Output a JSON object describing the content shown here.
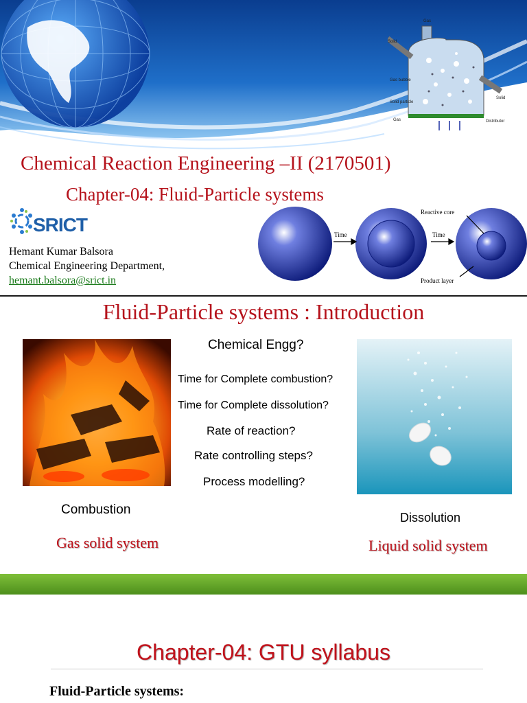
{
  "slide1": {
    "title_line1": "Chemical Reaction Engineering –II (2170501)",
    "title_line2": "Chapter-04:  Fluid-Particle systems",
    "logo_text": "SRICT",
    "author_name": "Hemant Kumar Balsora",
    "department": "Chemical Engineering Department,",
    "email": "hemant.balsora@srict.in",
    "reactor_labels": {
      "gas_top": "Gas",
      "solid_left": "Solid",
      "gas_bubble": "Gas bubble",
      "solid_particle": "Solid particle",
      "gas_bottom": "Gas",
      "solid_right": "Solid",
      "distributor": "Distributor"
    },
    "core_labels": {
      "time1": "Time",
      "time2": "Time",
      "reactive_core": "Reactive core",
      "product_layer": "Product layer"
    }
  },
  "slide2": {
    "heading": "Fluid-Particle systems : Introduction",
    "questions": [
      "Chemical Engg?",
      "Time for Complete combustion?",
      "Time for Complete dissolution?",
      "Rate of reaction?",
      "Rate controlling steps?",
      "Process modelling?"
    ],
    "left_caption": "Combustion",
    "left_system": "Gas solid system",
    "right_caption": "Dissolution",
    "right_system": "Liquid solid system"
  },
  "slide3": {
    "heading": "Chapter-04: GTU syllabus",
    "subheading": "Fluid-Particle systems:"
  },
  "colors": {
    "title_red": "#b5121b",
    "green_bar": "#5fa327",
    "email_green": "#1a7a1a",
    "sphere_blue": "#1b2fa0"
  }
}
